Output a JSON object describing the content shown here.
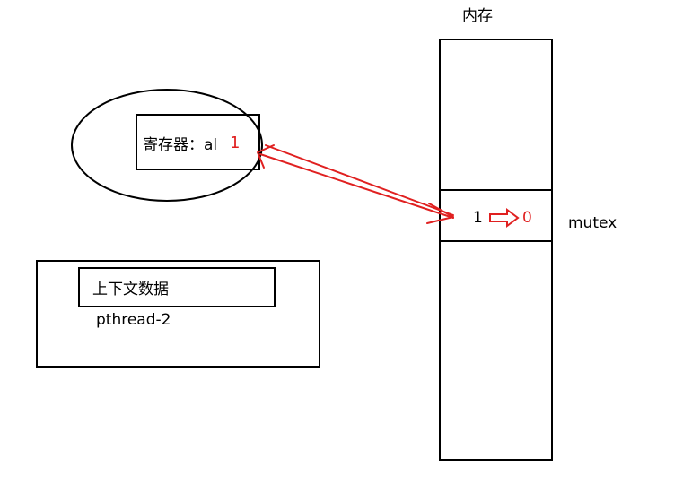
{
  "memory": {
    "title": "内存",
    "cell_value_old": "1",
    "cell_value_new": "0",
    "cell_label": "mutex"
  },
  "cpu": {
    "register_label": "寄存器：al",
    "register_value": "1"
  },
  "thread": {
    "context_label": "上下文数据",
    "name": "pthread-2"
  },
  "colors": {
    "stroke": "#000000",
    "accent": "#e02020"
  }
}
